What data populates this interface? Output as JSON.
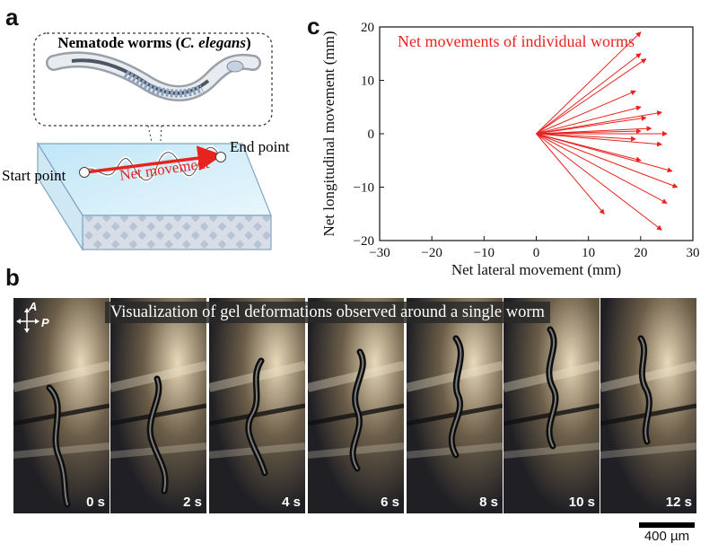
{
  "panel_a": {
    "letter": "a",
    "title_prefix": "Nematode worms (",
    "title_italic": "C. elegans",
    "title_suffix": ")",
    "start_label": "Start point",
    "end_label": "End point",
    "net_label": "Net movement"
  },
  "panel_b": {
    "letter": "b",
    "banner": "Visualization of gel deformations observed around a single worm",
    "axis_a": "A",
    "axis_p": "P",
    "frames": [
      "0 s",
      "2 s",
      "4 s",
      "6 s",
      "8 s",
      "10 s",
      "12 s"
    ],
    "scale_label": "400 µm"
  },
  "panel_c": {
    "letter": "c",
    "chart_data": {
      "type": "vector",
      "title": "Net movements of individual worms",
      "xlabel": "Net lateral movement (mm)",
      "ylabel": "Net longitudinal movement (mm)",
      "xlim": [
        -30,
        30
      ],
      "ylim": [
        -20,
        20
      ],
      "xticks": [
        -30,
        -20,
        -10,
        0,
        10,
        20,
        30
      ],
      "yticks": [
        -20,
        -10,
        0,
        10,
        20
      ],
      "grid": false,
      "color": "#e8231f",
      "origin": [
        0,
        0
      ],
      "vectors": [
        [
          20,
          19
        ],
        [
          20,
          15
        ],
        [
          21,
          14
        ],
        [
          19,
          8
        ],
        [
          20,
          5
        ],
        [
          24,
          4
        ],
        [
          21,
          3
        ],
        [
          22,
          1
        ],
        [
          20,
          0.5
        ],
        [
          24,
          -2
        ],
        [
          26,
          -7
        ],
        [
          27,
          -10
        ],
        [
          25,
          -13
        ],
        [
          24,
          -18
        ],
        [
          13,
          -15
        ],
        [
          20,
          -5
        ],
        [
          19,
          -1
        ],
        [
          25,
          0
        ]
      ]
    }
  }
}
